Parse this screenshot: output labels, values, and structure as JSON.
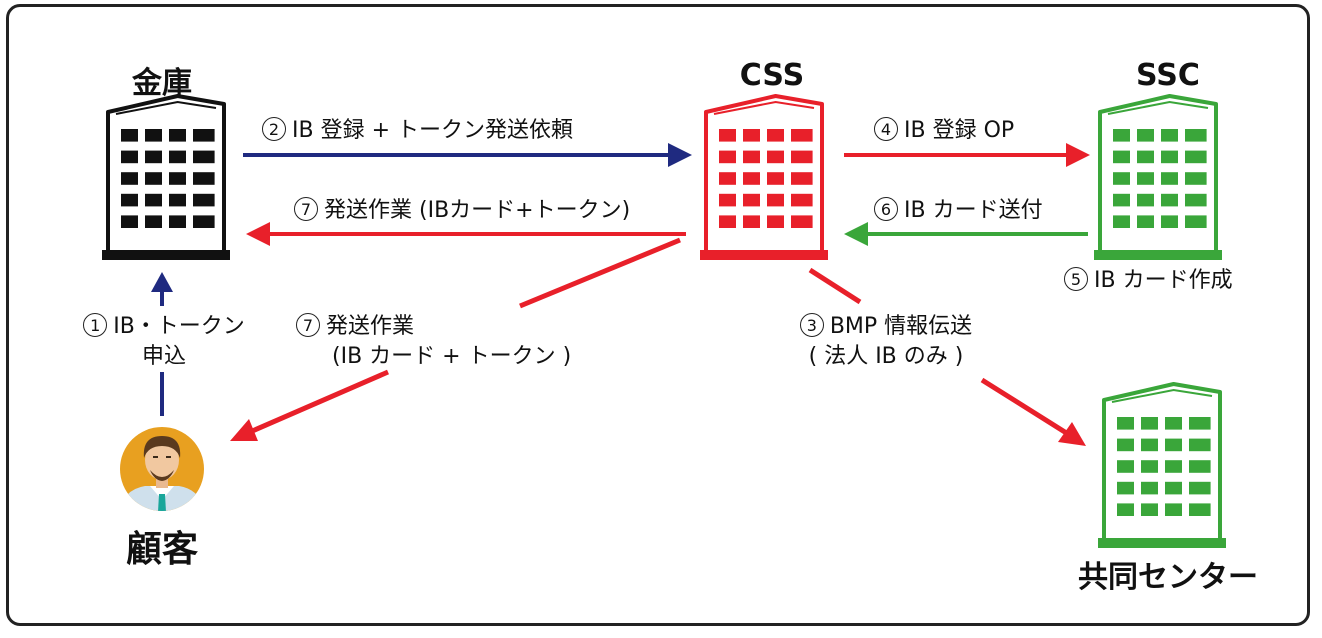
{
  "colors": {
    "bank": "#111111",
    "css": "#e8202a",
    "ssc": "#3aa63a",
    "center": "#3aa63a",
    "arrow_blue": "#1f2a80",
    "arrow_red": "#e8202a",
    "arrow_green": "#3aa63a"
  },
  "nodes": {
    "bank": {
      "label": "金庫"
    },
    "css": {
      "label": "CSS"
    },
    "ssc": {
      "label": "SSC"
    },
    "customer": {
      "label": "顧客"
    },
    "center": {
      "label": "共同センター"
    }
  },
  "steps": {
    "s1": {
      "num": "1",
      "line1": "IB・トークン",
      "line2": "申込"
    },
    "s2": {
      "num": "2",
      "text": "IB 登録 + トークン発送依頼"
    },
    "s3": {
      "num": "3",
      "line1": "BMP 情報伝送",
      "line2": "( 法人 IB のみ )"
    },
    "s4": {
      "num": "4",
      "text": "IB 登録 OP"
    },
    "s5": {
      "num": "5",
      "text": "IB カード作成"
    },
    "s6": {
      "num": "6",
      "text": "IB カード送付"
    },
    "s7a": {
      "num": "7",
      "text": "発送作業 (IBカード+トークン)"
    },
    "s7b": {
      "num": "7",
      "line1": "発送作業",
      "line2": "(IB カード + トークン )"
    }
  },
  "icons": {
    "building": "building-icon",
    "person": "person-icon"
  }
}
